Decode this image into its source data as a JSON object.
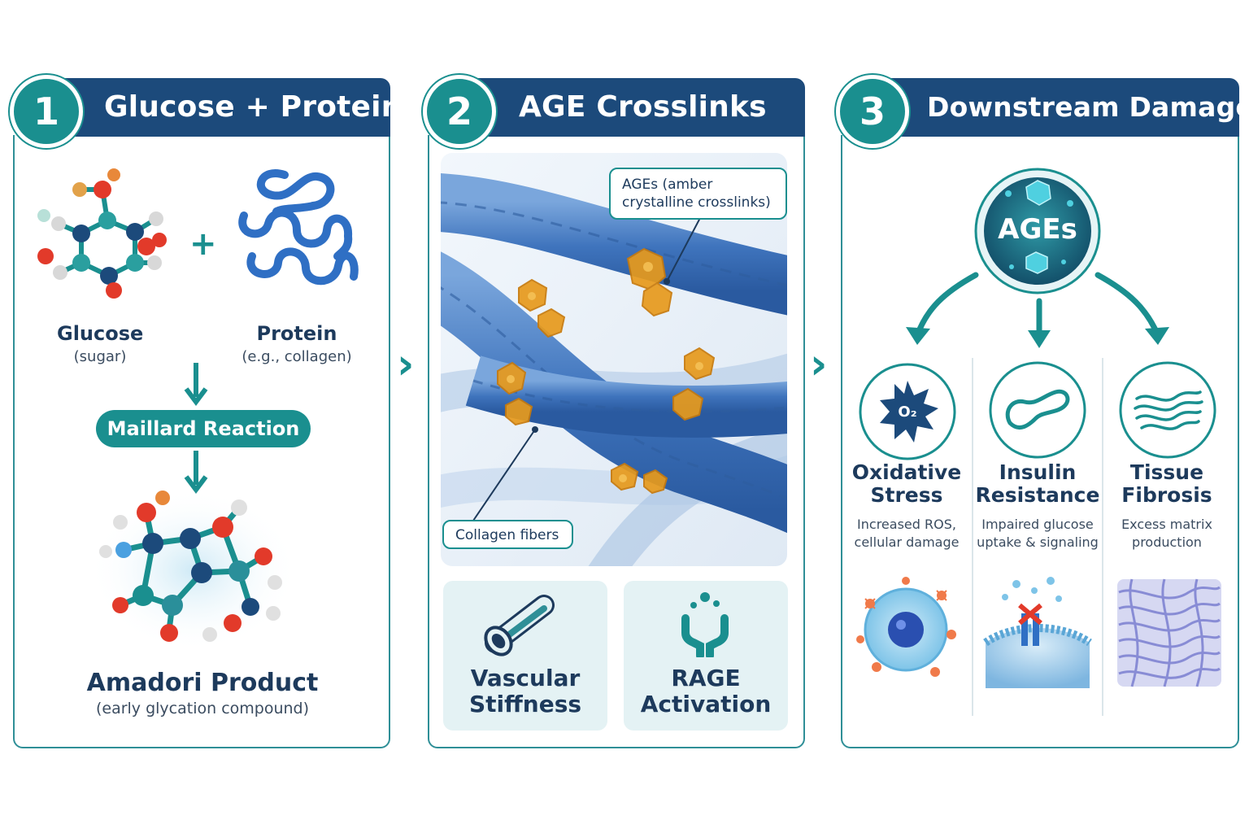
{
  "panels": [
    {
      "number": "1",
      "title": "Glucose + Protein"
    },
    {
      "number": "2",
      "title": "AGE Crosslinks"
    },
    {
      "number": "3",
      "title": "Downstream Damage"
    }
  ],
  "step1": {
    "plus": "+",
    "glucose_label": "Glucose",
    "glucose_sub": "(sugar)",
    "protein_label": "Protein",
    "protein_sub": "(e.g., collagen)",
    "reaction": "Maillard Reaction",
    "product_label": "Amadori Product",
    "product_sub": "(early glycation compound)"
  },
  "step2": {
    "callout_ages": "AGEs (amber crystalline crosslinks)",
    "callout_collagen": "Collagen fibers",
    "cards": [
      {
        "title": "Vascular Stiffness",
        "icon": "vessel-icon"
      },
      {
        "title": "RAGE Activation",
        "icon": "receptor-icon"
      }
    ]
  },
  "step3": {
    "hub": "AGEs",
    "o2_label": "O₂",
    "columns": [
      {
        "title": "Oxidative Stress",
        "desc": "Increased ROS, cellular damage",
        "icon": "oxidative-burst-icon"
      },
      {
        "title": "Insulin Resistance",
        "desc": "Impaired glucose uptake & signaling",
        "icon": "pancreas-icon"
      },
      {
        "title": "Tissue Fibrosis",
        "desc": "Excess matrix production",
        "icon": "fibers-icon"
      }
    ]
  },
  "colors": {
    "navy": "#1c4a7b",
    "teal": "#1a8f8f",
    "amber": "#e79a1c",
    "collagen_blue": "#4a7fc2"
  },
  "chevron": "›"
}
